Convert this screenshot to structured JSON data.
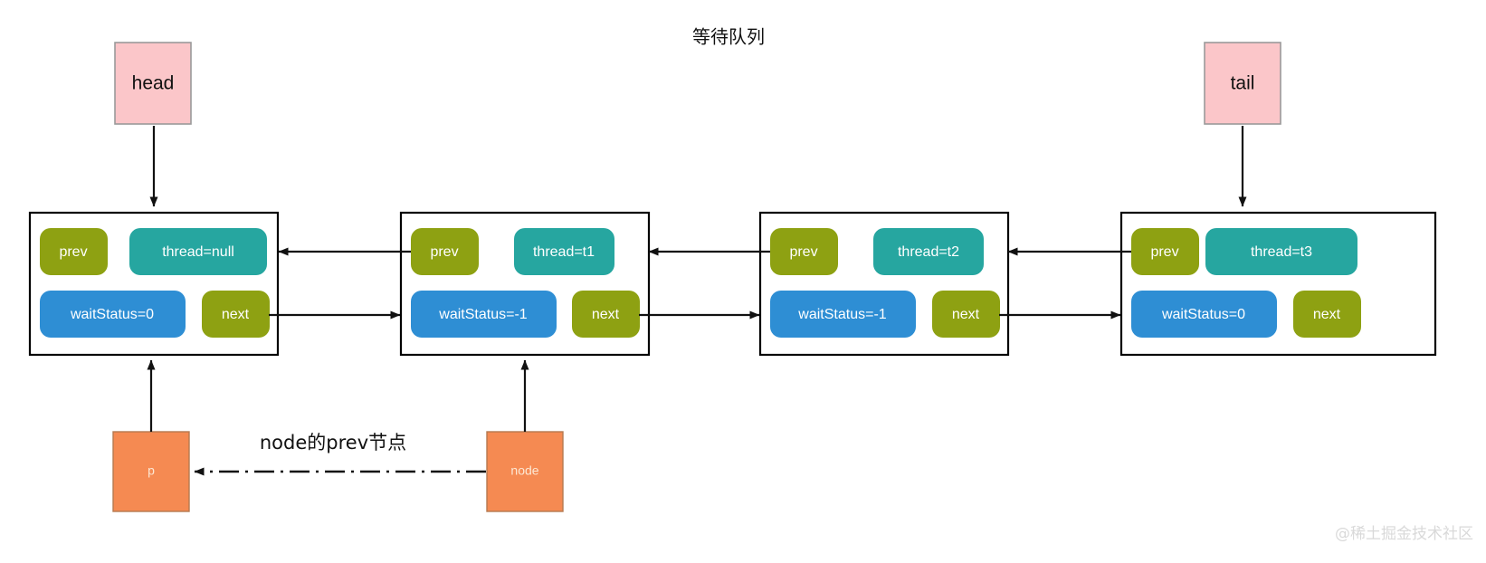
{
  "title": "等待队列",
  "colors": {
    "pointer_box_fill": "#fbc6c9",
    "pointer_box_stroke": "#9a9a9a",
    "node_frame_stroke": "#000000",
    "pill_prev_next": "#8ea112",
    "pill_thread": "#26a6a0",
    "pill_waitstatus": "#2e8ed4",
    "ref_box_fill": "#f58a52",
    "arrow": "#111111",
    "background": "#ffffff",
    "watermark": "#d9d9d9"
  },
  "pointers": [
    {
      "id": "head",
      "label": "head"
    },
    {
      "id": "tail",
      "label": "tail"
    }
  ],
  "nodes": [
    {
      "id": "node-0",
      "prev_label": "prev",
      "thread_label": "thread=null",
      "waitstatus_label": "waitStatus=0",
      "next_label": "next"
    },
    {
      "id": "node-1",
      "prev_label": "prev",
      "thread_label": "thread=t1",
      "waitstatus_label": "waitStatus=-1",
      "next_label": "next"
    },
    {
      "id": "node-2",
      "prev_label": "prev",
      "thread_label": "thread=t2",
      "waitstatus_label": "waitStatus=-1",
      "next_label": "next"
    },
    {
      "id": "node-3",
      "prev_label": "prev",
      "thread_label": "thread=t3",
      "waitstatus_label": "waitStatus=0",
      "next_label": "next"
    }
  ],
  "refs": [
    {
      "id": "p",
      "label": "p"
    },
    {
      "id": "node",
      "label": "node"
    }
  ],
  "annotation": {
    "prev_relation_label": "node的prev节点"
  },
  "watermark": {
    "text": "@稀土掘金技术社区"
  }
}
